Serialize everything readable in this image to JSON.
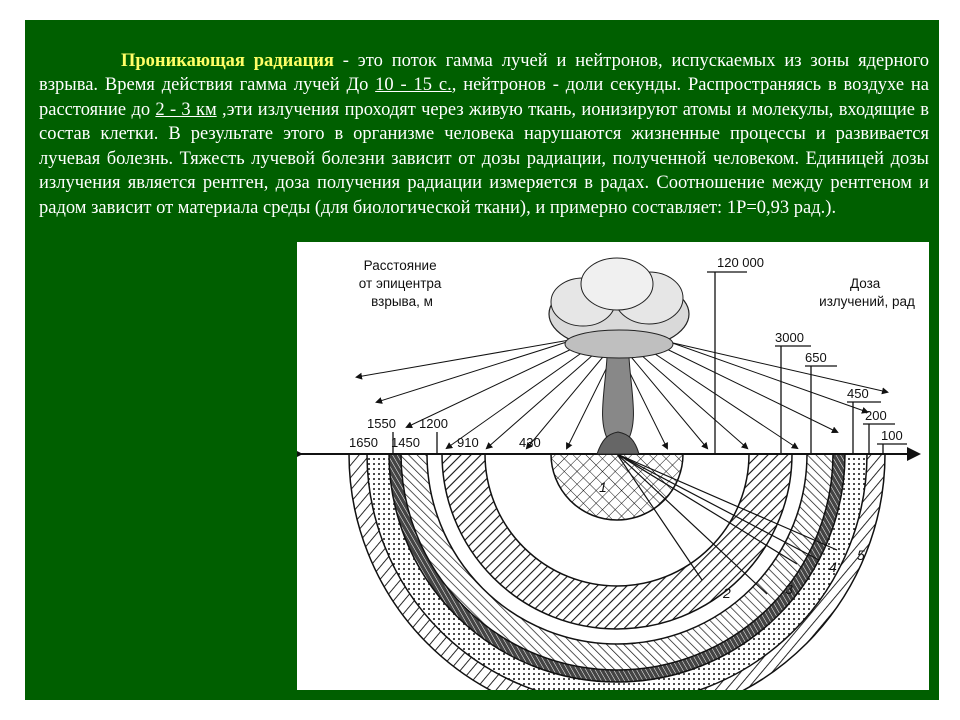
{
  "paragraph": {
    "term": "Проникающая радиация",
    "p1": " - это поток гамма лучей и нейтронов, испускаемых из зоны ядерного взрыва. Время действия гамма лучей До ",
    "u1": "10 - 15 с.",
    "p2": ", нейтронов - доли секунды. Распространяясь в воздухе на расстояние до ",
    "u2": "2 - 3 км",
    "p3": " ,эти излучения проходят через живую ткань, ионизируют атомы и молекулы, входящие в состав клетки. В результате этого в организме человека нарушаются жизненные процессы и развивается лучевая болезнь. Тяжесть лучевой болезни зависит от дозы радиации, полученной человеком. Единицей дозы излучения является рентген, доза получения радиации измеряется в радах. Соотношение между рентгеном и радом зависит от материала среды (для биологической ткани), и примерно составляет: 1Р=0,93 рад.)."
  },
  "figure": {
    "left_label": [
      "Расстояние",
      "от эпицентра",
      "взрыва, м"
    ],
    "right_label": [
      "Доза",
      "излучений, рад"
    ],
    "distances_lower": [
      "1650",
      "1450",
      "910",
      "430"
    ],
    "distances_upper": [
      "1550",
      "1200"
    ],
    "doses": [
      "120 000",
      "3000",
      "650",
      "450",
      "200",
      "100"
    ],
    "zones": [
      "1",
      "2",
      "3",
      "4",
      "5"
    ]
  }
}
